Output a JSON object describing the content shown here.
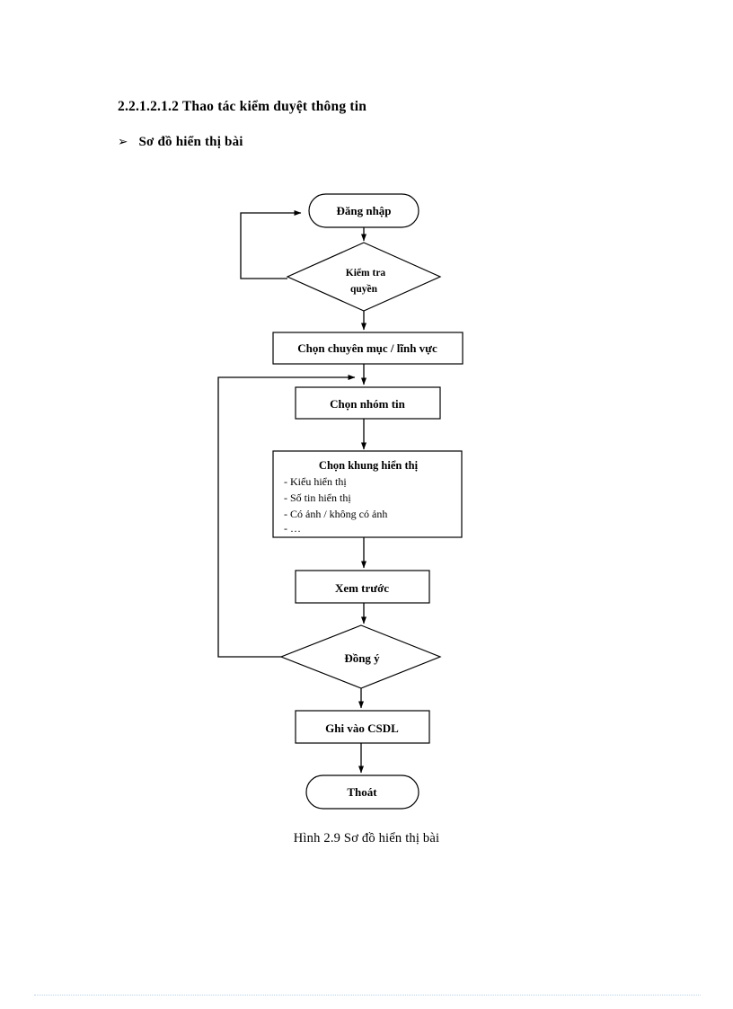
{
  "document": {
    "heading": "2.2.1.2.1.2 Thao tác kiểm duyệt thông tin",
    "bullet_marker": "➢",
    "sub_heading": "Sơ đồ hiển thị bài",
    "caption": "Hình 2.9 Sơ đồ hiển thị bài"
  },
  "flowchart": {
    "title": "Sơ đồ hiển thị bài",
    "type": "flowchart",
    "stroke_color": "#000000",
    "fill_color": "#ffffff",
    "nodes": [
      {
        "id": "start",
        "shape": "terminal",
        "label": "Đăng nhập"
      },
      {
        "id": "check",
        "shape": "decision",
        "label_line1": "Kiểm tra",
        "label_line2": "quyền"
      },
      {
        "id": "category",
        "shape": "process",
        "label": "Chọn chuyên mục / lĩnh vực"
      },
      {
        "id": "newsgroup",
        "shape": "process",
        "label": "Chọn nhóm tin"
      },
      {
        "id": "frame",
        "shape": "process",
        "label": "Chọn khung hiển thị",
        "items": [
          "-  Kiểu hiển thị",
          "-  Số tin hiển thị",
          "-  Có ảnh / không có ảnh",
          "-  …"
        ]
      },
      {
        "id": "preview",
        "shape": "process",
        "label": "Xem trước"
      },
      {
        "id": "agree",
        "shape": "decision",
        "label": "Đồng ý"
      },
      {
        "id": "save",
        "shape": "process",
        "label": "Ghi vào CSDL"
      },
      {
        "id": "exit",
        "shape": "terminal",
        "label": "Thoát"
      }
    ],
    "edges": [
      {
        "from": "start",
        "to": "check",
        "kind": "straight"
      },
      {
        "from": "check",
        "to": "start",
        "kind": "loop-left"
      },
      {
        "from": "check",
        "to": "category",
        "kind": "straight"
      },
      {
        "from": "category",
        "to": "newsgroup",
        "kind": "straight"
      },
      {
        "from": "newsgroup",
        "to": "frame",
        "kind": "straight"
      },
      {
        "from": "frame",
        "to": "preview",
        "kind": "straight"
      },
      {
        "from": "preview",
        "to": "agree",
        "kind": "straight"
      },
      {
        "from": "agree",
        "to": "newsgroup",
        "kind": "loop-left"
      },
      {
        "from": "agree",
        "to": "save",
        "kind": "straight"
      },
      {
        "from": "save",
        "to": "exit",
        "kind": "straight"
      }
    ]
  }
}
